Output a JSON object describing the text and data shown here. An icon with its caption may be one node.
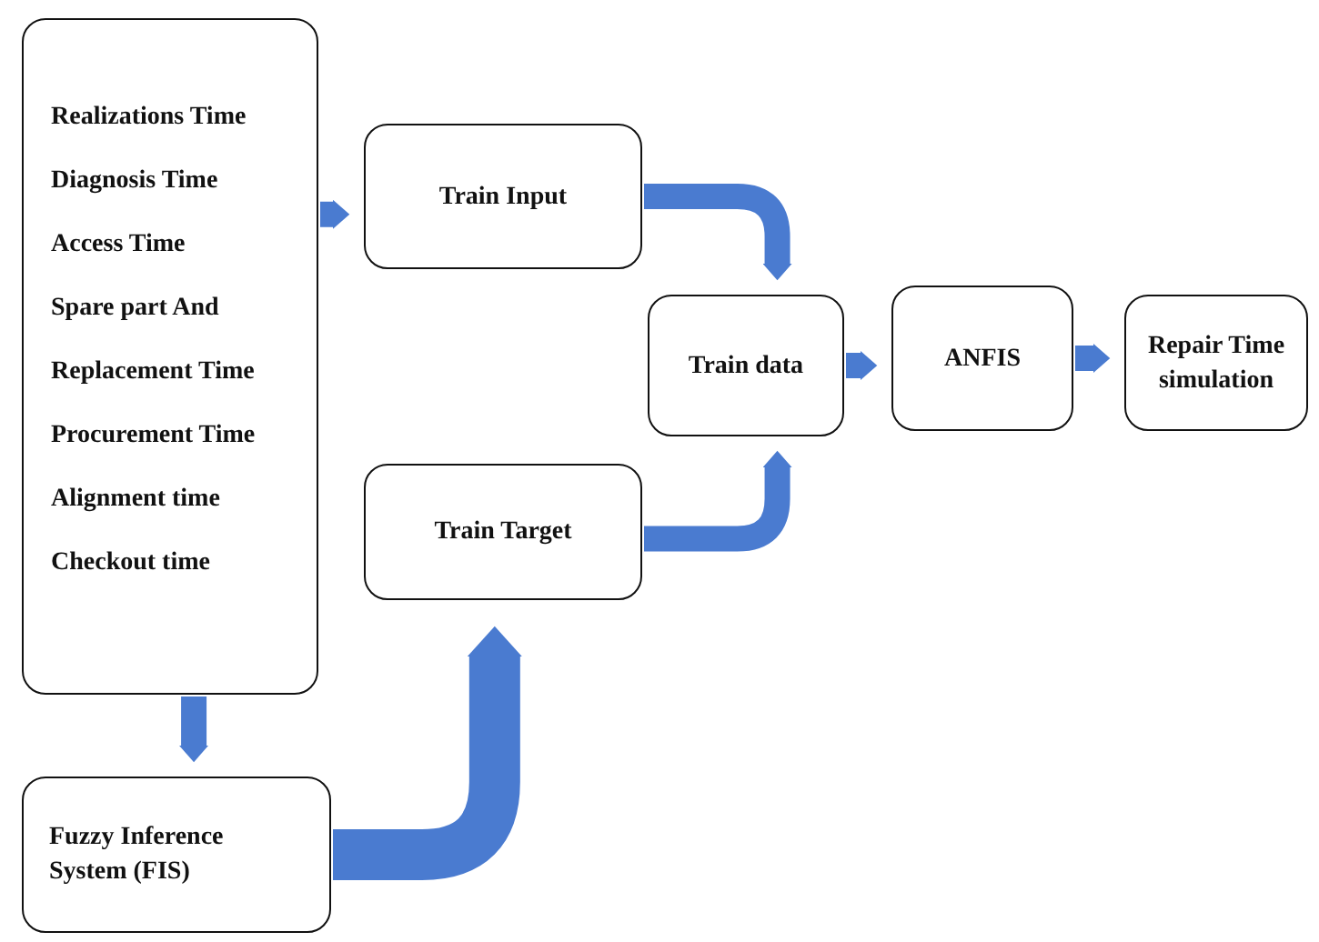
{
  "diagram": {
    "nodes": [
      {
        "text": [
          "Realizations Time",
          "Diagnosis Time",
          "Access Time",
          "Spare part And Replacement Time",
          "Procurement Time",
          "Alignment time",
          "Checkout time"
        ]
      },
      {
        "text": [
          "Train Input"
        ]
      },
      {
        "text": [
          "Train Target"
        ]
      },
      {
        "text": [
          "Train data"
        ]
      },
      {
        "text": [
          "ANFIS"
        ]
      },
      {
        "text": [
          "Repair Time simulation"
        ]
      },
      {
        "text": [
          "Fuzzy Inference System (FIS)"
        ]
      }
    ],
    "edges": [
      {
        "from": 0,
        "to": 1,
        "arrow": "to"
      },
      {
        "from": 1,
        "to": 3,
        "arrow": "to"
      },
      {
        "from": 2,
        "to": 3,
        "arrow": "to"
      },
      {
        "from": 3,
        "to": 4,
        "arrow": "to"
      },
      {
        "from": 4,
        "to": 5,
        "arrow": "to"
      },
      {
        "from": 0,
        "to": 6,
        "arrow": "to"
      },
      {
        "from": 6,
        "to": 2,
        "arrow": "to",
        "style": "thick"
      }
    ]
  }
}
